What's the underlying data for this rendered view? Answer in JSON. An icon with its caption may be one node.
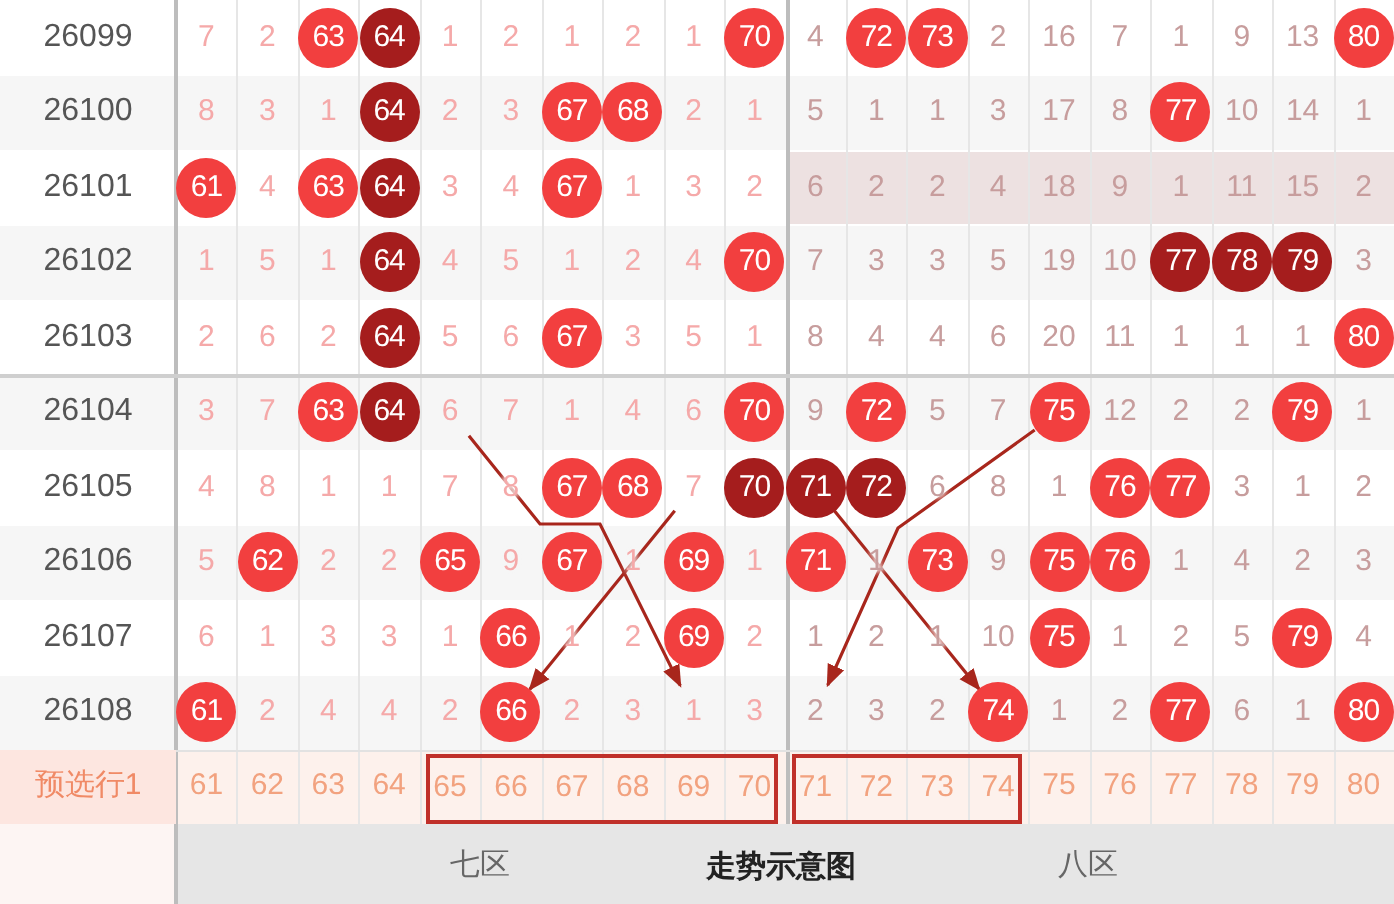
{
  "diagram": {
    "nodes": [
      {
        "text": [
          "63"
        ]
      },
      {
        "text": [
          "64"
        ]
      },
      {
        "text": [
          "70"
        ]
      },
      {
        "text": [
          "72"
        ]
      },
      {
        "text": [
          "73"
        ]
      },
      {
        "text": [
          "80"
        ]
      },
      {
        "text": [
          "64"
        ]
      },
      {
        "text": [
          "67"
        ]
      },
      {
        "text": [
          "68"
        ]
      },
      {
        "text": [
          "77"
        ]
      },
      {
        "text": [
          "61"
        ]
      },
      {
        "text": [
          "63"
        ]
      },
      {
        "text": [
          "64"
        ]
      },
      {
        "text": [
          "67"
        ]
      },
      {
        "text": [
          "64"
        ]
      },
      {
        "text": [
          "70"
        ]
      },
      {
        "text": [
          "77"
        ]
      },
      {
        "text": [
          "78"
        ]
      },
      {
        "text": [
          "79"
        ]
      },
      {
        "text": [
          "64"
        ]
      },
      {
        "text": [
          "67"
        ]
      },
      {
        "text": [
          "80"
        ]
      },
      {
        "text": [
          "63"
        ]
      },
      {
        "text": [
          "64"
        ]
      },
      {
        "text": [
          "6"
        ]
      },
      {
        "text": [
          "70"
        ]
      },
      {
        "text": [
          "72"
        ]
      },
      {
        "text": [
          "75"
        ]
      },
      {
        "text": [
          "79"
        ]
      },
      {
        "text": [
          "67"
        ]
      },
      {
        "text": [
          "68"
        ]
      },
      {
        "text": [
          "7"
        ]
      },
      {
        "text": [
          "70"
        ]
      },
      {
        "text": [
          "71"
        ]
      },
      {
        "text": [
          "72"
        ]
      },
      {
        "text": [
          "76"
        ]
      },
      {
        "text": [
          "77"
        ]
      },
      {
        "text": [
          "62"
        ]
      },
      {
        "text": [
          "65"
        ]
      },
      {
        "text": [
          "67"
        ]
      },
      {
        "text": [
          "69"
        ]
      },
      {
        "text": [
          "71"
        ]
      },
      {
        "text": [
          "73"
        ]
      },
      {
        "text": [
          "75"
        ]
      },
      {
        "text": [
          "76"
        ]
      },
      {
        "text": [
          "66"
        ]
      },
      {
        "text": [
          "69"
        ]
      },
      {
        "text": [
          "75"
        ]
      },
      {
        "text": [
          "79"
        ]
      },
      {
        "text": [
          "61"
        ]
      },
      {
        "text": [
          "66"
        ]
      },
      {
        "text": [
          "1"
        ]
      },
      {
        "text": [
          "2"
        ]
      },
      {
        "text": [
          "74"
        ]
      },
      {
        "text": [
          "77"
        ]
      },
      {
        "text": [
          "80"
        ]
      },
      {
        "text": [
          "65",
          "66",
          "67",
          "68",
          "69",
          "70"
        ]
      },
      {
        "text": [
          "71",
          "72",
          "73",
          "74"
        ]
      }
    ],
    "edges": [
      {
        "from": 24,
        "to": 51,
        "arrow": "to"
      },
      {
        "from": 31,
        "to": 50,
        "arrow": "to"
      },
      {
        "from": 33,
        "to": 53,
        "arrow": "to"
      },
      {
        "from": 27,
        "to": 52,
        "arrow": "to"
      }
    ],
    "labels": [
      "26099",
      "7",
      "2",
      "1",
      "2",
      "1",
      "2",
      "1",
      "4",
      "2",
      "16",
      "7",
      "1",
      "9",
      "13",
      "26100",
      "8",
      "3",
      "1",
      "2",
      "3",
      "2",
      "1",
      "5",
      "1",
      "1",
      "3",
      "17",
      "8",
      "10",
      "14",
      "1",
      "26101",
      "4",
      "3",
      "4",
      "1",
      "3",
      "2",
      "6",
      "2",
      "2",
      "4",
      "18",
      "9",
      "1",
      "11",
      "15",
      "2",
      "26102",
      "1",
      "5",
      "1",
      "4",
      "5",
      "1",
      "2",
      "4",
      "7",
      "3",
      "3",
      "5",
      "19",
      "10",
      "3",
      "26103",
      "2",
      "6",
      "2",
      "5",
      "6",
      "3",
      "5",
      "1",
      "8",
      "4",
      "4",
      "6",
      "20",
      "11",
      "1",
      "1",
      "1",
      "26104",
      "3",
      "7",
      "7",
      "1",
      "4",
      "6",
      "9",
      "5",
      "7",
      "12",
      "2",
      "2",
      "1",
      "26105",
      "4",
      "8",
      "1",
      "1",
      "7",
      "8",
      "6",
      "8",
      "1",
      "3",
      "1",
      "2",
      "26106",
      "5",
      "2",
      "2",
      "9",
      "1",
      "1",
      "1",
      "9",
      "1",
      "4",
      "2",
      "3",
      "26107",
      "6",
      "1",
      "3",
      "3",
      "1",
      "1",
      "2",
      "2",
      "1",
      "2",
      "1",
      "10",
      "1",
      "2",
      "5",
      "4",
      "26108",
      "2",
      "4",
      "4",
      "2",
      "2",
      "3",
      "3",
      "3",
      "2",
      "1",
      "2",
      "6",
      "1",
      "预选行1",
      "61",
      "62",
      "63",
      "64",
      "75",
      "76",
      "77",
      "78",
      "79",
      "80",
      "七区",
      "走势示意图",
      "八区"
    ]
  }
}
